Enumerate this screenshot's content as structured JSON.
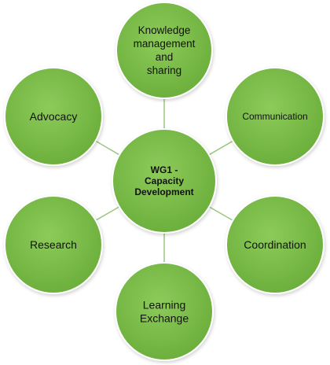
{
  "colors": {
    "node_fill": "#76b843",
    "node_fill_light": "#8ccb59",
    "node_fill_dark": "#5e9f33",
    "node_stroke": "#ffffff",
    "connector": "#9bc77e"
  },
  "center": {
    "lines": [
      "WG1  -",
      "Capacity",
      "Development"
    ]
  },
  "nodes": [
    {
      "id": "knowledge",
      "lines": [
        "Knowledge",
        "management",
        "and",
        "sharing"
      ]
    },
    {
      "id": "communication",
      "lines": [
        "Communication"
      ]
    },
    {
      "id": "coordination",
      "lines": [
        "Coordination"
      ]
    },
    {
      "id": "learning",
      "lines": [
        "Learning",
        "Exchange"
      ]
    },
    {
      "id": "research",
      "lines": [
        "Research"
      ]
    },
    {
      "id": "advocacy",
      "lines": [
        "Advocacy"
      ]
    }
  ]
}
